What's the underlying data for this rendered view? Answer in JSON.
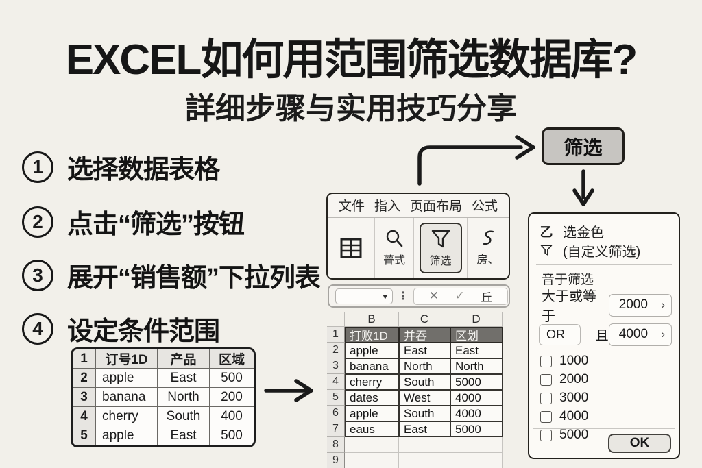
{
  "header": {
    "title": "EXCEL如何用范围筛选数据库?",
    "subtitle": "詳细步骤与实用技巧分享"
  },
  "steps": [
    {
      "num": "1",
      "text": "选择数据表格"
    },
    {
      "num": "2",
      "text": "点击“筛选”按钮"
    },
    {
      "num": "3",
      "text": "展开“销售额”下拉列表"
    },
    {
      "num": "4",
      "text": "设定条件范围"
    }
  ],
  "mini_table": {
    "rows": [
      [
        "1",
        "订号1D",
        "产品",
        "区域"
      ],
      [
        "2",
        "apple",
        "East",
        "500"
      ],
      [
        "3",
        "banana",
        "North",
        "200"
      ],
      [
        "4",
        "cherry",
        "South",
        "400"
      ],
      [
        "5",
        "apple",
        "East",
        "500"
      ]
    ]
  },
  "ribbon": {
    "tabs": [
      "文件",
      "指入",
      "页面布局",
      "公式"
    ],
    "search_label": "瞢式",
    "filter_label": "筛选",
    "sort_label": "房、"
  },
  "sheet": {
    "col_headers": [
      "B",
      "C",
      "D"
    ],
    "rows": [
      [
        "1",
        "打败1D",
        "并吞",
        "区划"
      ],
      [
        "2",
        "apple",
        "East",
        "East"
      ],
      [
        "3",
        "banana",
        "North",
        "North"
      ],
      [
        "4",
        "cherry",
        "South",
        "5000"
      ],
      [
        "5",
        "dates",
        "West",
        "4000"
      ],
      [
        "6",
        "apple",
        "South",
        "4000"
      ],
      [
        "7",
        "eaus",
        "East",
        "5000"
      ],
      [
        "8",
        "",
        "",
        ""
      ],
      [
        "9",
        "",
        "",
        ""
      ]
    ]
  },
  "filter_flow": {
    "button_label": "筛选"
  },
  "filter_panel": {
    "sort_item": "选金色",
    "custom_item": "(自定义筛选)",
    "section_label": "音于筛选",
    "condition_label": "大于或等于",
    "value1": "2000",
    "or_value": "OR",
    "and_label": "且",
    "value2": "4000",
    "checkboxes": [
      "1000",
      "2000",
      "3000",
      "4000",
      "5000"
    ],
    "ok_label": "OK"
  },
  "icons": {
    "dropdown": "▾",
    "dots": "⋮",
    "cancel": "✕",
    "confirm": "✓",
    "fx": "丘",
    "sort": "乙",
    "chevron_right": "›"
  },
  "colors": {
    "background": "#f2f0ea",
    "ink": "#1a1a1a",
    "panel_bg": "#fcfaf6",
    "sheet_header_bg": "#716f6b",
    "button_gray": "#c7c5c1",
    "light_gray": "#e9e7e3"
  }
}
